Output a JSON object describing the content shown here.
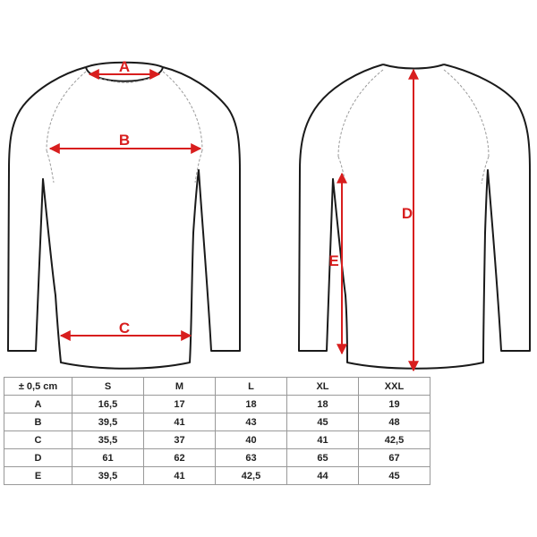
{
  "colors": {
    "outline": "#1a1a1a",
    "seam": "#9a9a9a",
    "measure": "#d81e1e",
    "border": "#999999"
  },
  "labels": {
    "A": "A",
    "B": "B",
    "C": "C",
    "D": "D",
    "E": "E"
  },
  "table": {
    "corner": "± 0,5 cm",
    "sizes": [
      "S",
      "M",
      "L",
      "XL",
      "XXL"
    ],
    "rows": [
      {
        "label": "A",
        "values": [
          "16,5",
          "17",
          "18",
          "18",
          "19"
        ]
      },
      {
        "label": "B",
        "values": [
          "39,5",
          "41",
          "43",
          "45",
          "48"
        ]
      },
      {
        "label": "C",
        "values": [
          "35,5",
          "37",
          "40",
          "41",
          "42,5"
        ]
      },
      {
        "label": "D",
        "values": [
          "61",
          "62",
          "63",
          "65",
          "67"
        ]
      },
      {
        "label": "E",
        "values": [
          "39,5",
          "41",
          "42,5",
          "44",
          "45"
        ]
      }
    ]
  }
}
